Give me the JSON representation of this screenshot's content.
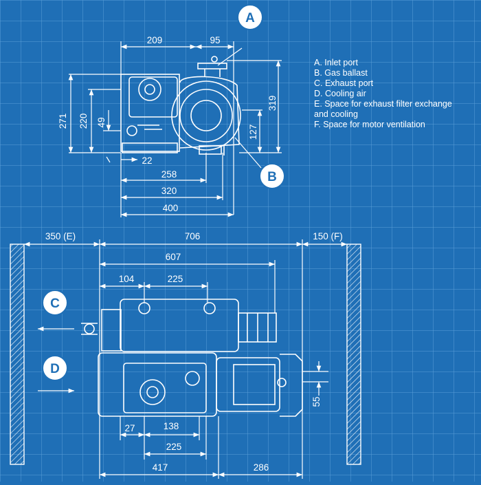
{
  "colors": {
    "background": "#1f6fb6",
    "grid": "#5b9fd8",
    "line": "#ffffff"
  },
  "callouts": {
    "a": "A",
    "b": "B",
    "c": "C",
    "d": "D"
  },
  "legend": [
    "A. Inlet port",
    "B. Gas ballast",
    "C. Exhaust port",
    "D. Cooling air",
    "E. Space for exhaust filter exchange",
    "and cooling",
    "F. Space for motor ventilation"
  ],
  "front_view": {
    "dims": {
      "d209": "209",
      "d95": "95",
      "d271": "271",
      "d220": "220",
      "d49": "49",
      "d319": "319",
      "d127": "127",
      "d22": "22",
      "d258": "258",
      "d320": "320",
      "d400": "400"
    }
  },
  "top_view": {
    "dims": {
      "d350e": "350 (E)",
      "d706": "706",
      "d150f": "150 (F)",
      "d607": "607",
      "d104": "104",
      "d225a": "225",
      "d27": "27",
      "d138": "138",
      "d225b": "225",
      "d417": "417",
      "d286": "286",
      "d55": "55"
    }
  }
}
